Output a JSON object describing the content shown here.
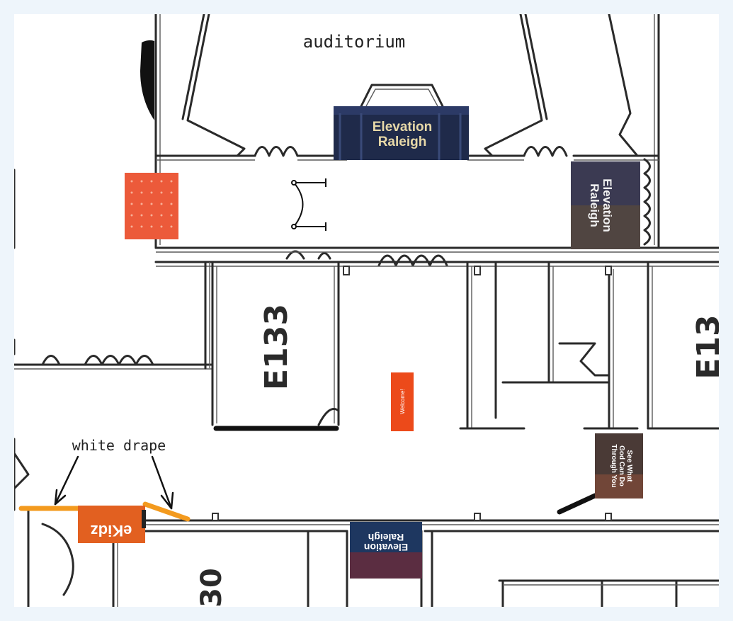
{
  "labels": {
    "auditorium": "auditorium",
    "white_drape": "white drape"
  },
  "rooms": {
    "e133": "E133",
    "e13x": "E13",
    "r30": "30"
  },
  "signs": {
    "stage_banner": {
      "line1": "Elevation",
      "line2": "Raleigh"
    },
    "welcome_banner": "Welcome!",
    "elevation_tv": {
      "line1": "Elevation",
      "line2": "Raleigh"
    },
    "god_can_do": [
      "See What",
      "God Can Do",
      "Through You"
    ],
    "elevation_bottom": {
      "line1": "Elevation",
      "line2": "Raleigh"
    },
    "ekidz": "eKidz"
  },
  "colors": {
    "orange_sign": "#ec4a1a",
    "drape_line": "#f39a1e",
    "ekidz_bg": "#e26020",
    "navy": "#1f2a4a"
  }
}
